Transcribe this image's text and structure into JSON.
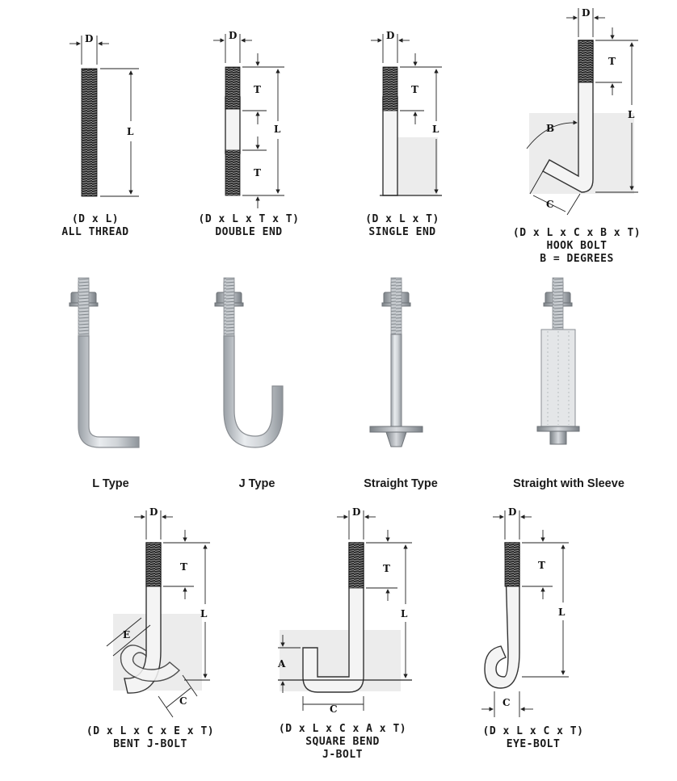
{
  "drawings_top": [
    {
      "id": "all-thread",
      "formula": "(D x L)",
      "name": "ALL THREAD",
      "dims": [
        "D",
        "L"
      ]
    },
    {
      "id": "double-end",
      "formula": "(D x L x T x T)",
      "name": "DOUBLE END",
      "dims": [
        "D",
        "T",
        "L",
        "T"
      ]
    },
    {
      "id": "single-end",
      "formula": "(D x L x T)",
      "name": "SINGLE END",
      "dims": [
        "D",
        "T",
        "L"
      ]
    },
    {
      "id": "hook-bolt",
      "formula": "(D x L x C x B x T)",
      "name": "HOOK BOLT",
      "note": "B = DEGREES",
      "dims": [
        "D",
        "T",
        "L",
        "B",
        "C"
      ]
    }
  ],
  "photos": [
    {
      "id": "l-type",
      "label": "L Type"
    },
    {
      "id": "j-type",
      "label": "J Type"
    },
    {
      "id": "straight-type",
      "label": "Straight Type"
    },
    {
      "id": "straight-sleeve",
      "label": "Straight with Sleeve"
    }
  ],
  "drawings_bottom": [
    {
      "id": "bent-j-bolt",
      "formula": "(D x L x C x E x T)",
      "name": "BENT J-BOLT",
      "dims": [
        "D",
        "T",
        "L",
        "E",
        "C"
      ]
    },
    {
      "id": "square-bend-j-bolt",
      "formula": "(D x L x C x A x T)",
      "name_line1": "SQUARE BEND",
      "name_line2": "J-BOLT",
      "dims": [
        "D",
        "T",
        "L",
        "A",
        "C"
      ]
    },
    {
      "id": "eye-bolt",
      "formula": "(D x L x C x T)",
      "name": "EYE-BOLT",
      "dims": [
        "D",
        "T",
        "L",
        "C"
      ]
    }
  ]
}
